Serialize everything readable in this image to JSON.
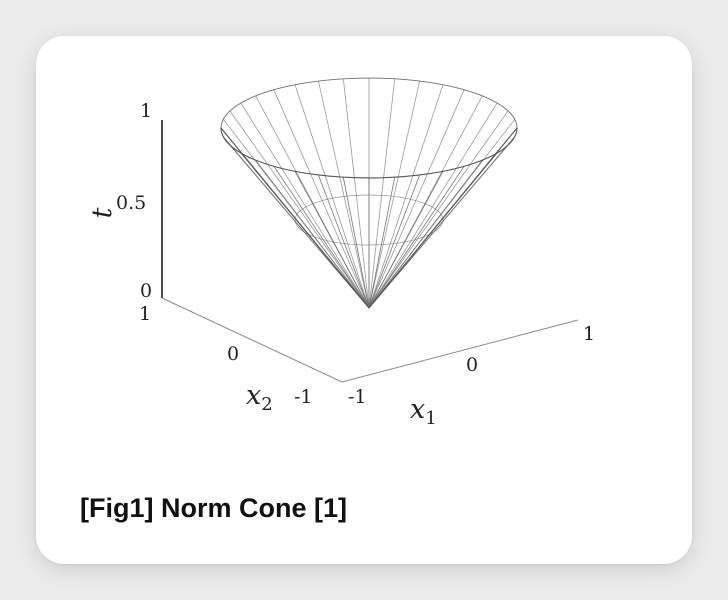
{
  "figure": {
    "caption": "[Fig1] Norm Cone [1]",
    "t_axis": {
      "name": "t",
      "ticks": [
        "0",
        "0.5",
        "1"
      ]
    },
    "x1_axis": {
      "name": "x",
      "subscript": "1",
      "ticks": [
        "-1",
        "0",
        "1"
      ]
    },
    "x2_axis": {
      "name": "x",
      "subscript": "2",
      "ticks": [
        "-1",
        "0",
        "1"
      ]
    }
  },
  "colors": {
    "page_background": "#ececec",
    "card_background": "#ffffff",
    "line": "#222222",
    "mesh": "#6f6f6f"
  }
}
